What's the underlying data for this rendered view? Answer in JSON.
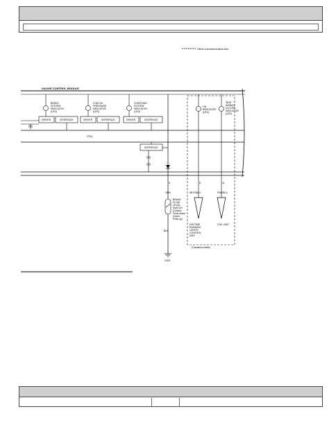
{
  "header": {
    "title": "",
    "subtitle": ""
  },
  "footer": {
    "left": "",
    "middle": "",
    "right": ""
  },
  "diagram": {
    "legend": "Other communication line",
    "module_label": "GAUGE CONTROL MODULE",
    "cpu_label": "CPU",
    "indicators": [
      {
        "lines": [
          "BRAKE",
          "SYSTEM",
          "INDICATOR",
          "(LED)"
        ]
      },
      {
        "lines": [
          "LOW OIL",
          "PRESSURE",
          "INDICATOR",
          "(LED)"
        ]
      },
      {
        "lines": [
          "CHARGING",
          "SYSTEM",
          "INDICATOR",
          "(LED)"
        ]
      },
      {
        "lines": [
          "OIL",
          "INDICATOR",
          "(LED)"
        ]
      },
      {
        "lines": [
          "SIDE",
          "AIRBAG",
          "CUTOFF",
          "INDICATOR",
          "(LED)"
        ]
      }
    ],
    "driver_label": "DRIVER",
    "interface_label": "INTERFACE",
    "wires": [
      {
        "pin": "6",
        "color": "GRN"
      },
      {
        "pin": "8",
        "color": "WHT/BLU"
      },
      {
        "pin": "11",
        "color": "PNK/BLU"
      }
    ],
    "switch_lines": [
      "BRAKE",
      "FLUID",
      "LEVEL",
      "SWITCH",
      "(Closed:",
      "Float down)",
      "(Open:",
      "Float up)"
    ],
    "ground_wire": "BLK",
    "ground_label": "G401",
    "connector_destinations": [
      {
        "lines": [
          "DAYTIME",
          "RUNNING",
          "LIGHTS",
          "CONTROL",
          "UNIT"
        ]
      },
      {
        "lines": [
          "COIL UNIT"
        ]
      }
    ],
    "canada_note": "(Canada models)"
  }
}
